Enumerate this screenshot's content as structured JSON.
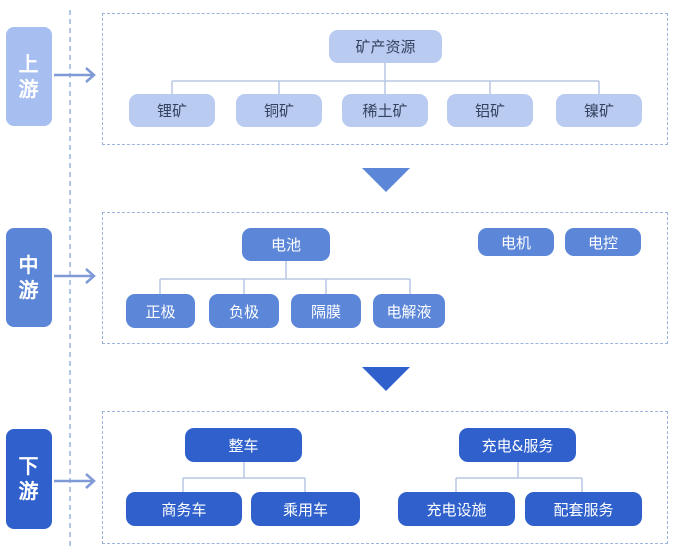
{
  "colors": {
    "upstream_tab": "#a7bef0",
    "midstream_tab": "#5b85d6",
    "downstream_tab": "#2f60cc",
    "dashed_border": "#9bb3dd",
    "connector": "#7f9ad6"
  },
  "stages": [
    {
      "line1": "上",
      "line2": "游"
    },
    {
      "line1": "中",
      "line2": "游"
    },
    {
      "line1": "下",
      "line2": "游"
    }
  ],
  "upstream": {
    "root": "矿产资源",
    "children": [
      "锂矿",
      "铜矿",
      "稀土矿",
      "铝矿",
      "镍矿"
    ]
  },
  "midstream": {
    "root": "电池",
    "children": [
      "正极",
      "负极",
      "隔膜",
      "电解液"
    ],
    "extras": [
      "电机",
      "电控"
    ]
  },
  "downstream": {
    "groups": [
      {
        "root": "整车",
        "children": [
          "商务车",
          "乘用车"
        ]
      },
      {
        "root": "充电&服务",
        "children": [
          "充电设施",
          "配套服务"
        ]
      }
    ]
  }
}
